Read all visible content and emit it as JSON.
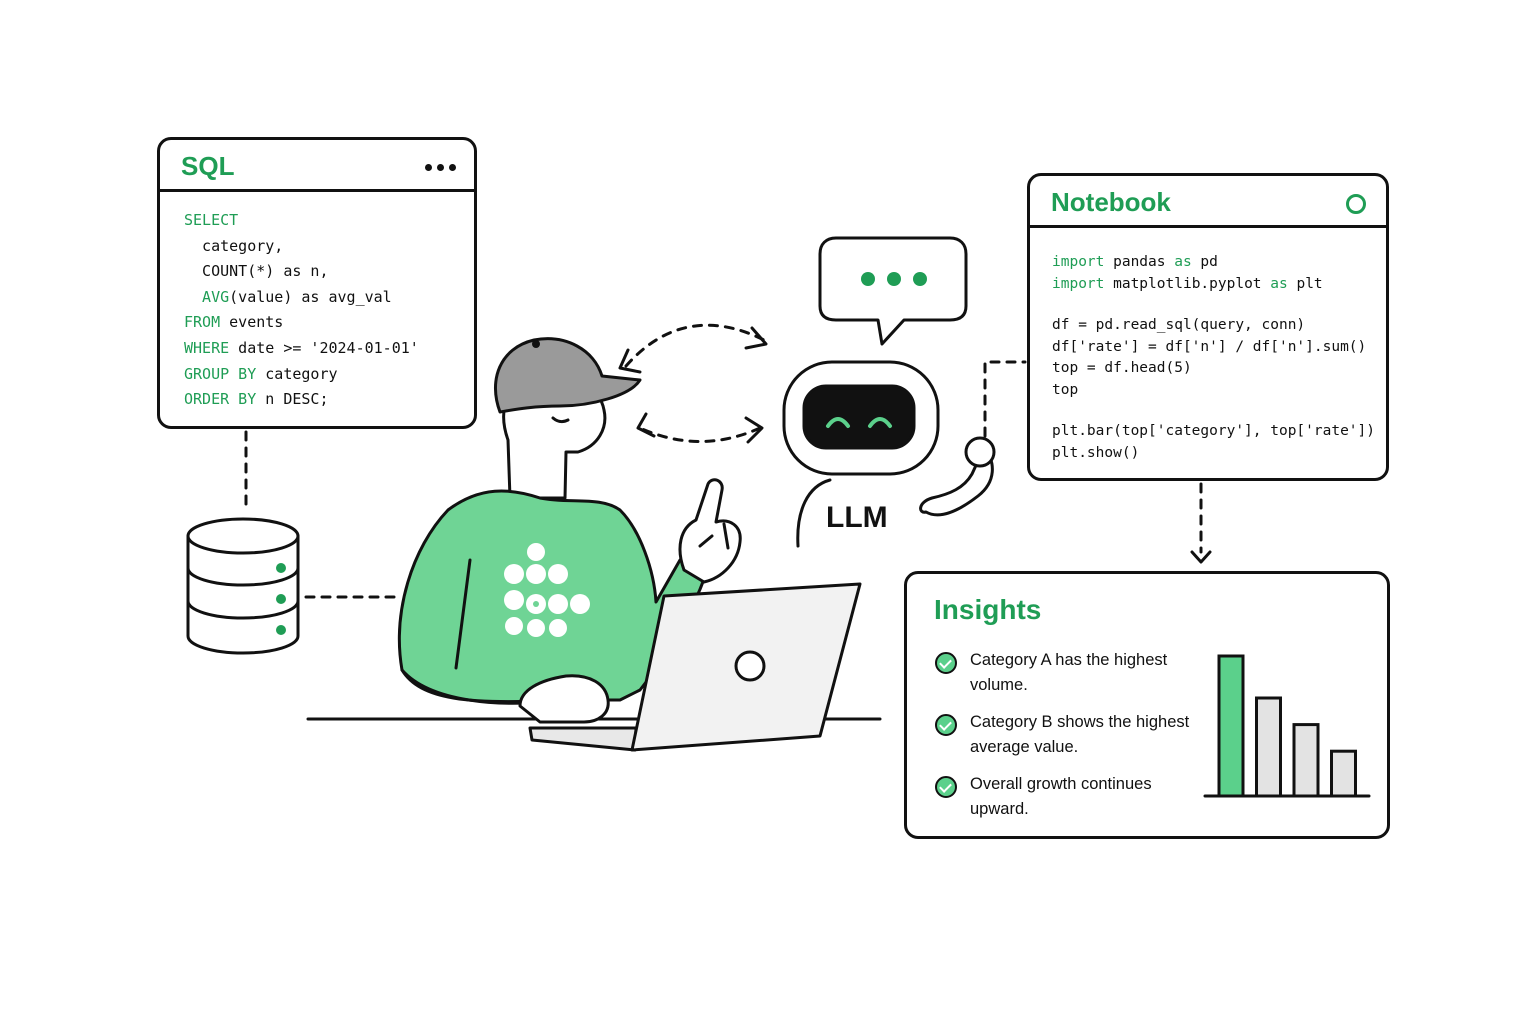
{
  "sql_panel": {
    "title": "SQL",
    "code_lines": [
      [
        {
          "t": "SELECT",
          "k": true
        }
      ],
      [
        {
          "t": "  category,"
        }
      ],
      [
        {
          "t": "  COUNT(*) as n,"
        }
      ],
      [
        {
          "t": "  AVG",
          "k": true
        },
        {
          "t": "(value) as avg_val"
        }
      ],
      [
        {
          "t": "FROM",
          "k": true
        },
        {
          "t": " events"
        }
      ],
      [
        {
          "t": "WHERE",
          "k": true
        },
        {
          "t": " date >= '2024-01-01'"
        }
      ],
      [
        {
          "t": "GROUP BY",
          "k": true
        },
        {
          "t": " category"
        }
      ],
      [
        {
          "t": "ORDER BY",
          "k": true
        },
        {
          "t": " n DESC;"
        }
      ]
    ]
  },
  "notebook_panel": {
    "title": "Notebook",
    "code_lines": [
      [
        {
          "t": "import",
          "k": true
        },
        {
          "t": " pandas "
        },
        {
          "t": "as",
          "k": true
        },
        {
          "t": " pd"
        }
      ],
      [
        {
          "t": "import",
          "k": true
        },
        {
          "t": " matplotlib.pyplot "
        },
        {
          "t": "as",
          "k": true
        },
        {
          "t": " plt"
        }
      ],
      [],
      [
        {
          "t": "df = pd.read_sql(query, conn)"
        }
      ],
      [
        {
          "t": "df['rate'] = df['n'] / df['n'].sum()"
        }
      ],
      [
        {
          "t": "top = df.head(5)"
        }
      ],
      [
        {
          "t": "top"
        }
      ],
      [],
      [
        {
          "t": "plt.bar(top['category'], top['rate'])"
        }
      ],
      [
        {
          "t": "plt.show()"
        }
      ]
    ]
  },
  "llm": {
    "label": "LLM"
  },
  "insights": {
    "title": "Insights",
    "items": [
      "Category A has the highest volume.",
      "Category B shows the highest average value.",
      "Overall growth continues upward."
    ]
  },
  "chart_data": {
    "type": "bar",
    "values": [
      1.0,
      0.7,
      0.51,
      0.32
    ],
    "highlight_index": 0
  },
  "colors": {
    "accent": "#1f9d55",
    "shirt": "#6fd495",
    "light_green": "#5bd08b",
    "ink": "#111111",
    "cap": "#9a9a9a",
    "bar_gray": "#e3e3e3"
  },
  "icons": [
    "database-icon",
    "chat-bubble-icon",
    "robot-icon",
    "check-icon",
    "more-dots-icon",
    "status-ring-icon",
    "laptop-icon"
  ]
}
